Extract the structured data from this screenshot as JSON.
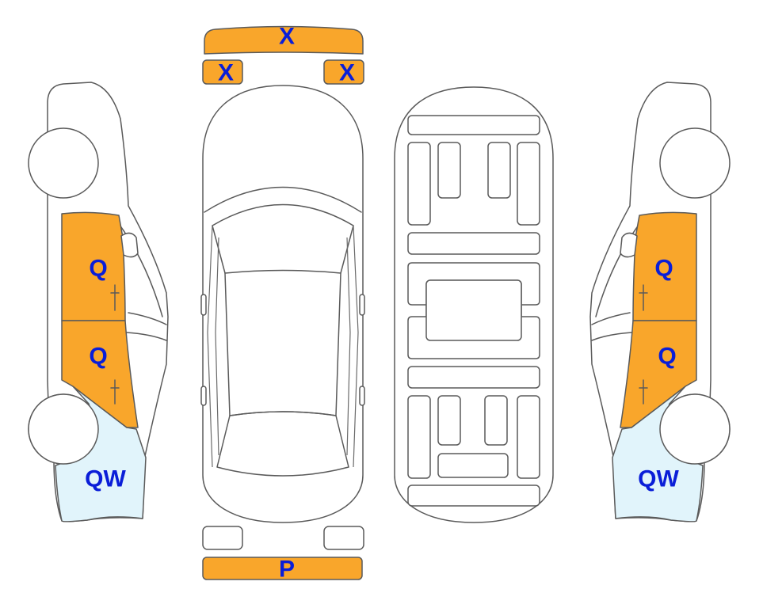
{
  "colors": {
    "damage_orange": "#F9A62B",
    "light_blue": "#E1F4FB",
    "label_blue": "#0a1ed8",
    "outline": "#5a5a5a"
  },
  "labels": {
    "windshield_top": "X",
    "front_left_small": "X",
    "front_right_small": "X",
    "left_front_door": "Q",
    "left_rear_door": "Q",
    "left_rear_quarter": "QW",
    "right_front_door": "Q",
    "right_rear_door": "Q",
    "right_rear_quarter": "QW",
    "rear_bumper": "P"
  }
}
